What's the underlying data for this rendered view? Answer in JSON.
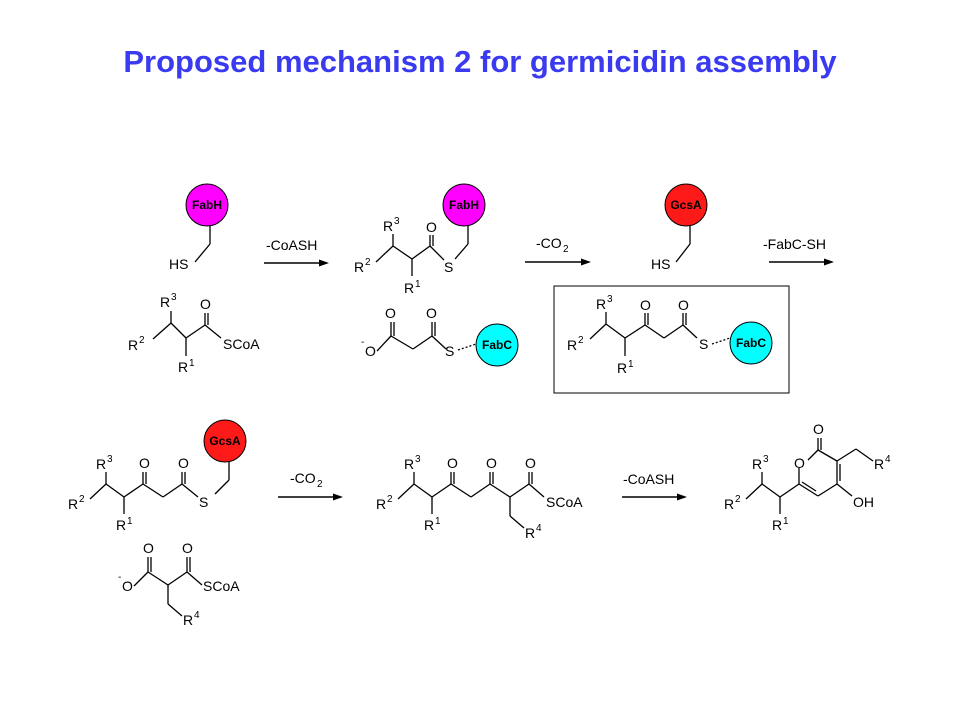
{
  "title": "Proposed mechanism 2 for germicidin assembly",
  "colors": {
    "title": "#3a3af0",
    "fabh": "#ff00ff",
    "gcsa": "#ff1a1a",
    "fabc": "#00ffff"
  },
  "enzymes": {
    "fabh": "FabH",
    "gcsa": "GcsA",
    "fabc": "FabC"
  },
  "atoms": {
    "hs": "HS",
    "s": "S",
    "o": "O",
    "scoa": "SCoA",
    "oh": "OH",
    "r": "R",
    "minus": "-",
    "n1": "1",
    "n2": "2",
    "n3": "3",
    "n4": "4"
  },
  "conditions": {
    "a1": "-CoASH",
    "a2_main": "-CO",
    "a2_sub": "2",
    "a3": "-FabC-SH",
    "a4_main": "-CO",
    "a4_sub": "2",
    "a5": "-CoASH"
  }
}
